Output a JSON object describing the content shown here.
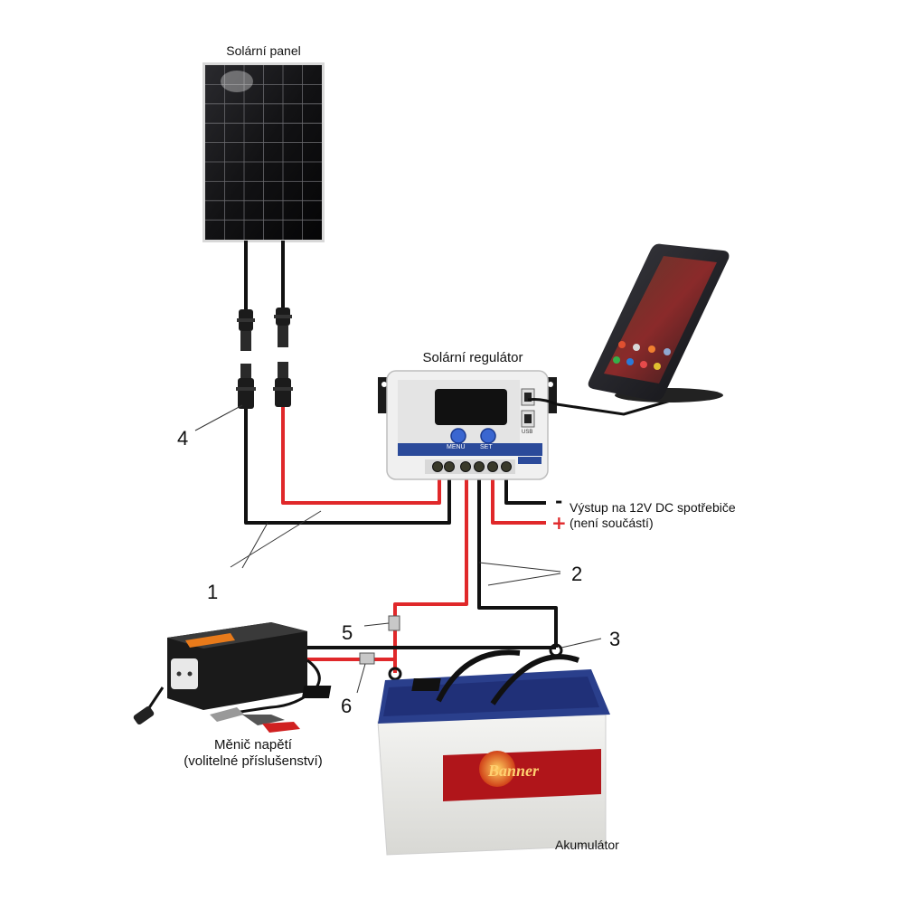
{
  "labels": {
    "solar_panel": "Solární panel",
    "solar_regulator": "Solární regulátor",
    "dc_output_line1": "Výstup na 12V DC spotřebiče",
    "dc_output_line2": "(není součástí)",
    "inverter_line1": "Měnič napětí",
    "inverter_line2": "(volitelné příslušenství)",
    "battery": "Akumulátor"
  },
  "callouts": {
    "c1": "1",
    "c2": "2",
    "c3": "3",
    "c4": "4",
    "c5": "5",
    "c6": "6"
  },
  "regulator": {
    "menu_label": "MENU",
    "set_label": "SET",
    "usb_label": "USB"
  },
  "battery_brand": "Banner",
  "signs": {
    "minus": "-",
    "plus": "+"
  },
  "colors": {
    "wire_red": "#e0282a",
    "wire_black": "#111111",
    "regulator_blue": "#2b4a9a",
    "battery_blue": "#2a3f8c"
  }
}
